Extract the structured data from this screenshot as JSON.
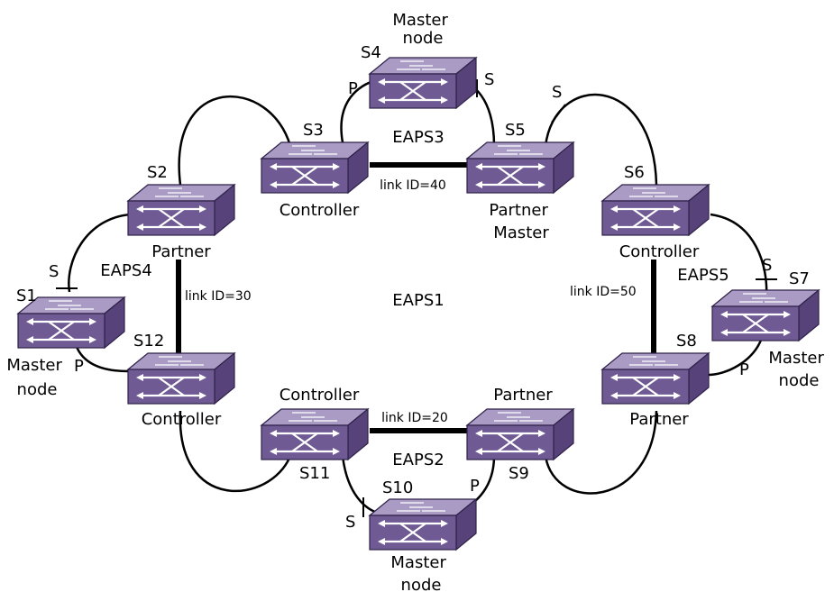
{
  "switches": {
    "s1": {
      "name": "S1",
      "role": [
        "Master",
        "node"
      ]
    },
    "s2": {
      "name": "S2",
      "role": [
        "Partner"
      ]
    },
    "s3": {
      "name": "S3",
      "role": [
        "Controller"
      ]
    },
    "s4": {
      "name": "S4",
      "role": [
        "Master",
        "node"
      ]
    },
    "s5": {
      "name": "S5",
      "role": [
        "Partner",
        "Master"
      ]
    },
    "s6": {
      "name": "S6",
      "role": [
        "Controller"
      ]
    },
    "s7": {
      "name": "S7",
      "role": [
        "Master",
        "node"
      ]
    },
    "s8": {
      "name": "S8",
      "role": [
        "Partner"
      ]
    },
    "s9": {
      "name": "S9",
      "role": [
        "Partner"
      ]
    },
    "s10": {
      "name": "S10",
      "role": [
        "Master",
        "node"
      ]
    },
    "s11": {
      "name": "S11",
      "role": [
        "Controller"
      ]
    },
    "s12": {
      "name": "S12",
      "role": [
        "Controller"
      ]
    }
  },
  "rings": {
    "eaps1": "EAPS1",
    "eaps2": "EAPS2",
    "eaps3": "EAPS3",
    "eaps4": "EAPS4",
    "eaps5": "EAPS5"
  },
  "shared_links": {
    "l20": "link ID=20",
    "l30": "link ID=30",
    "l40": "link ID=40",
    "l50": "link ID=50"
  },
  "ports": {
    "primary": "P",
    "secondary": "S"
  },
  "colors": {
    "switch_top": "#a99bc4",
    "switch_front": "#6f5a94",
    "switch_side": "#57437a",
    "switch_outline": "#2e2148",
    "arrow": "#ffffff",
    "link": "#000000"
  }
}
